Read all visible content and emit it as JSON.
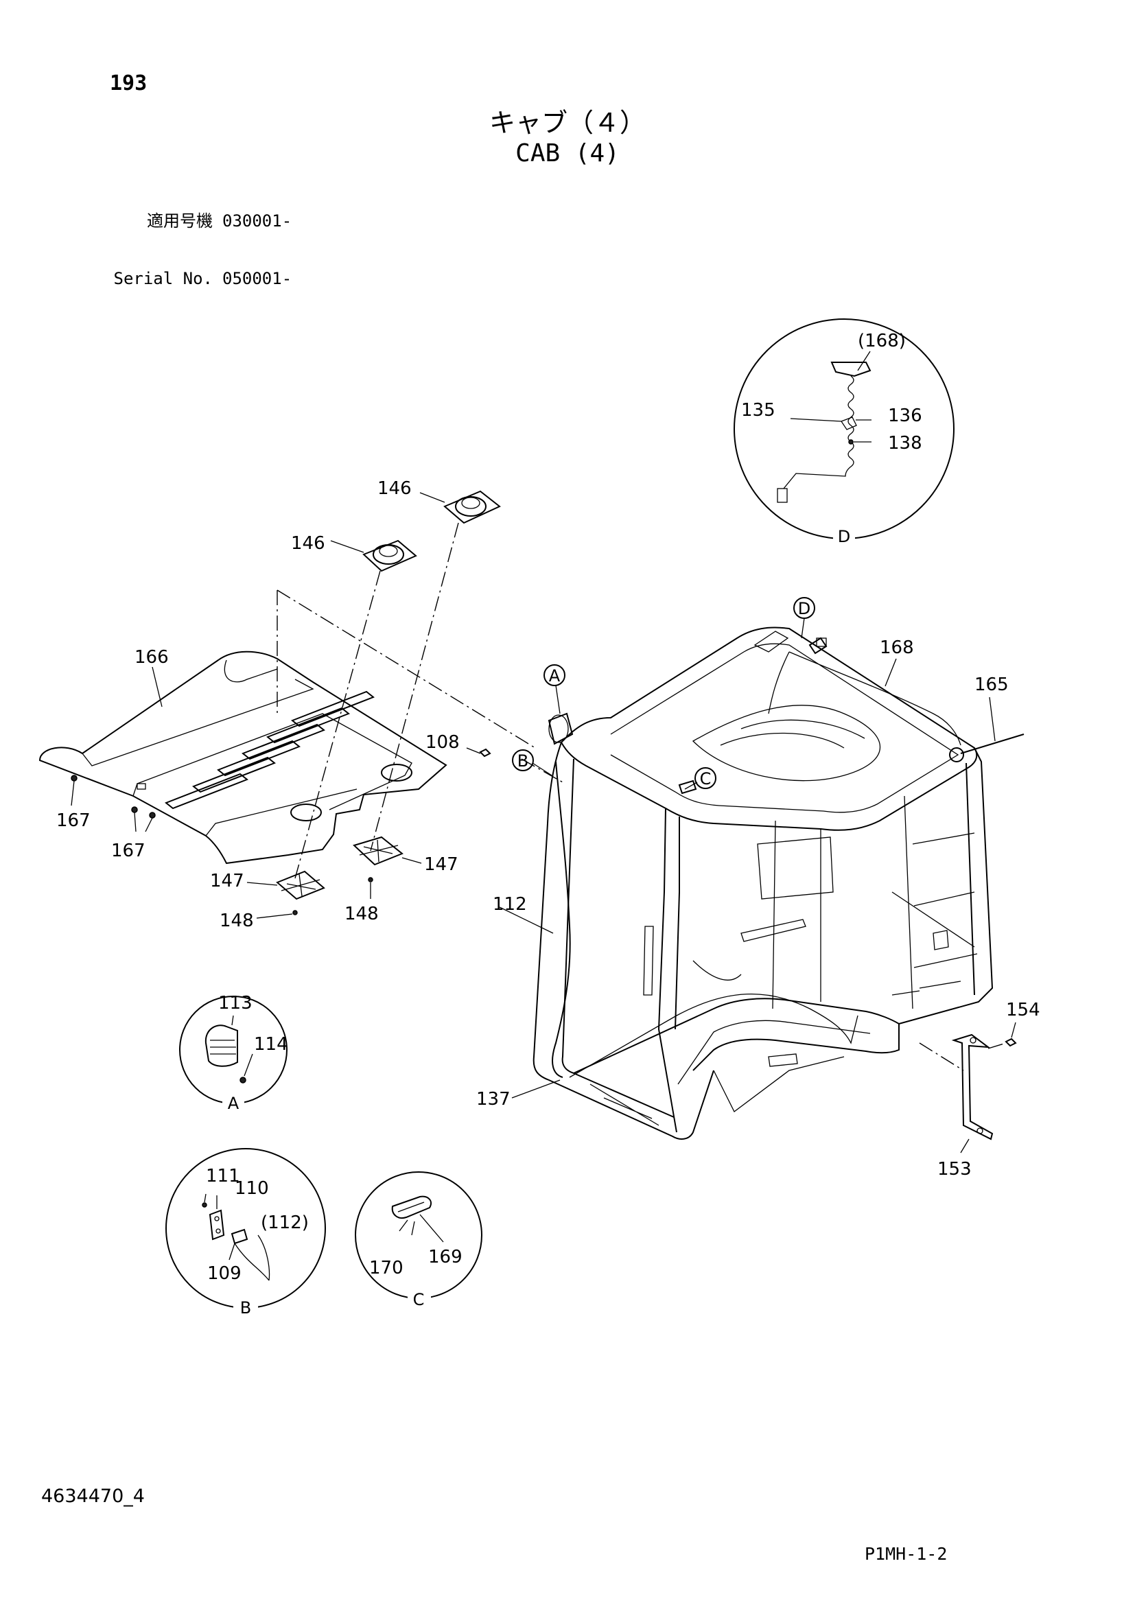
{
  "header": {
    "page_number": "193",
    "title_jp": "キャブ（４）",
    "title_en": "CAB (4)",
    "serial_jp_label": "適用号機",
    "serial_jp_value": "030001-",
    "serial_en_label": "Serial No.",
    "serial_en_value": "050001-"
  },
  "callouts": {
    "p168_ref": "(168)",
    "p135": "135",
    "p136": "136",
    "p138": "138",
    "p146a": "146",
    "p146b": "146",
    "p166": "166",
    "p167a": "167",
    "p167b": "167",
    "p108": "108",
    "p147a": "147",
    "p147b": "147",
    "p148a": "148",
    "p148b": "148",
    "p168": "168",
    "p165": "165",
    "p112": "112",
    "p113": "113",
    "p114": "114",
    "p137": "137",
    "p154": "154",
    "p153": "153",
    "p111": "111",
    "p110": "110",
    "p112_ref": "(112)",
    "p109": "109",
    "p170": "170",
    "p169": "169"
  },
  "detail_letters": {
    "a_marker": "A",
    "b_marker": "B",
    "c_marker": "C",
    "d_marker": "D",
    "a_view": "A",
    "b_view": "B",
    "c_view": "C",
    "d_view": "D"
  },
  "footer": {
    "document_number": "4634470_4",
    "sheet_code": "P1MH-1-2"
  }
}
